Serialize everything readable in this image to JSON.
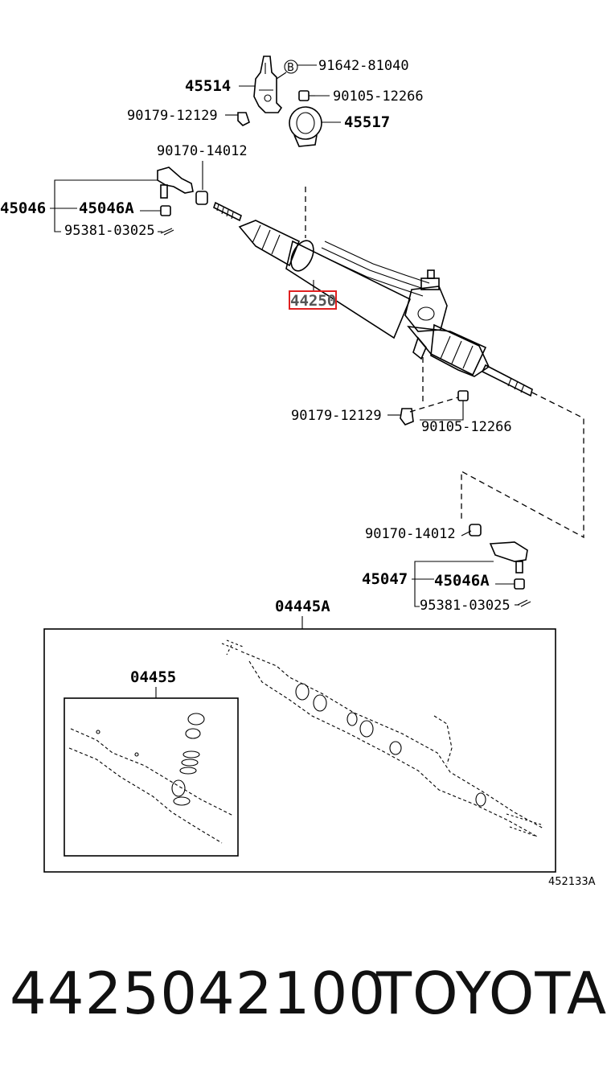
{
  "diagram": {
    "labels": {
      "bolt_b": "91642-81040",
      "bracket": "45514",
      "bolt_top": "90105-12266",
      "clip_top": "90179-12129",
      "clamp": "45517",
      "nut_left": "90170-14012",
      "tie_rod_left": "45046",
      "tie_rod_end_left": "45046A",
      "cotter_left": "95381-03025",
      "gear_assy": "44250",
      "clip_bottom": "90179-12129",
      "bolt_bottom": "90105-12266",
      "nut_right": "90170-14012",
      "tie_rod_right": "45047",
      "tie_rod_end_right": "45046A",
      "cotter_right": "95381-03025",
      "kit_outer": "04445A",
      "kit_inner": "04455",
      "b_marker": "B",
      "figure_ref": "452133A"
    },
    "highlight_color": "#e02020"
  },
  "footer": {
    "part_number": "4425042100",
    "brand": "TOYOTA"
  }
}
